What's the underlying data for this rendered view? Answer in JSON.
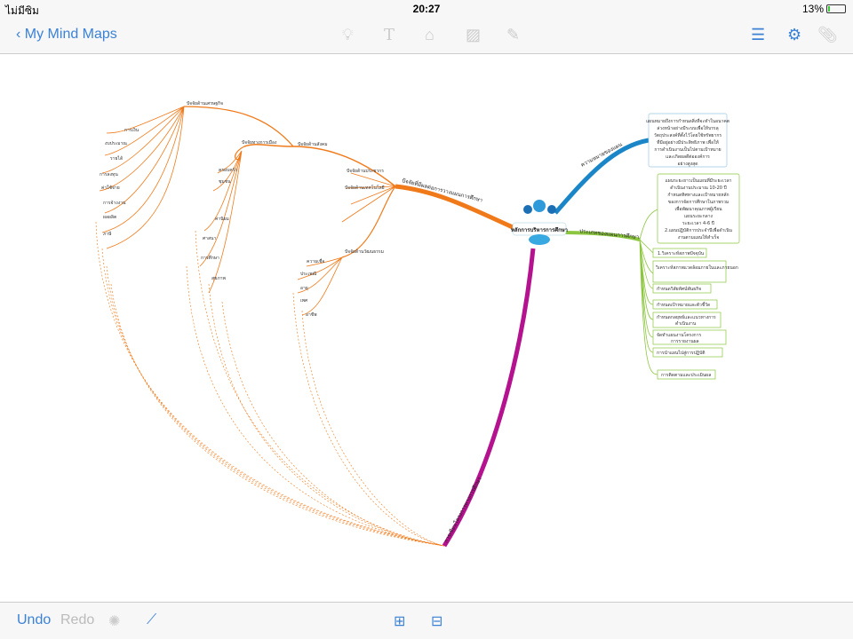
{
  "status": {
    "carrier": "ไม่มีซิม",
    "time": "20:27",
    "battery": "13%",
    "battery_level": 0.13
  },
  "nav": {
    "back_label": "My Mind Maps",
    "tools": [
      "lightbulb-icon",
      "text-icon",
      "shapes-icon",
      "image-icon",
      "pencil-icon"
    ],
    "right_tools": [
      "outline-icon",
      "map-settings-icon",
      "attachment-icon"
    ]
  },
  "bottom": {
    "undo": "Undo",
    "redo": "Redo"
  },
  "colors": {
    "accent": "#3b82d6",
    "orange": "#f07a1a",
    "blue": "#1a86c7",
    "green": "#8cc63f",
    "magenta": "#b5128f"
  },
  "map": {
    "center": "หลักการบริหารการศึกษา",
    "blue_branch": {
      "label": "ความหมายของแผน",
      "note": [
        "แผนหมายถึงการกำหนดสิ่งที่จะทำในอนาคต",
        "ล่วงหน้าอย่างมีระบบเพื่อให้บรรลุ",
        "วัตถุประสงค์ที่ตั้งไว้โดยใช้ทรัพยากร",
        "ที่มีอยู่อย่างมีประสิทธิภาพ เพื่อให้",
        "การดำเนินงานเป็นไปตามเป้าหมาย",
        "และเกิดผลดีต่อองค์การ",
        "อย่างสูงสุด"
      ]
    },
    "green_branch": {
      "label": "ประเภทของแผนการศึกษา",
      "note": [
        "แผนระยะยาวเป็นแผนที่มีระยะเวลา",
        "ดำเนินงานประมาณ 10-20 ปี",
        "กำหนดทิศทางและเป้าหมายหลัก",
        "ของการจัดการศึกษาในภาพรวม",
        "เพื่อพัฒนาคุณภาพผู้เรียน",
        "แผนระยะกลาง",
        "ระยะเวลา 4-6 ปี",
        "2.แผนปฏิบัติการประจำปีเพื่อดำเนิน",
        "งานตามแผนให้สำเร็จ"
      ],
      "children": [
        "1.วิเคราะห์สภาพปัจจุบัน",
        "วิเคราะห์สภาพแวดล้อมภายในและภายนอก",
        "กำหนดวิสัยทัศน์พันธกิจ",
        "กำหนดเป้าหมายและตัวชี้วัด",
        "กำหนดกลยุทธ์และแนวทางการ",
        "ดำเนินงาน",
        "จัดทำแผนงานโครงการ",
        "การนำแผนไปสู่การปฏิบัติ",
        "การติดตามและประเมินผล",
        "การรายงานผล"
      ]
    },
    "orange_branch": {
      "label": "ปัจจัยที่มีผลต่อการวางแผนการศึกษา",
      "sub": [
        "ปัจจัยด้านเศรษฐกิจ",
        "ปัจจัยด้านสังคม",
        "ปัจจัยทางการเมือง",
        "ปัจจัยด้านประชากร",
        "ปัจจัยด้านเทคโนโลยี",
        "ปัจจัยด้านวัฒนธรรม"
      ],
      "leaves": [
        "การเงิน",
        "งบประมาณ",
        "รายได้",
        "การลงทุน",
        "ค่าใช้จ่าย",
        "การจ้างงาน",
        "ผลผลิต",
        "ภาษี",
        "ครอบครัว",
        "ชุมชน",
        "ค่านิยม",
        "ศาสนา",
        "การศึกษา",
        "สุขภาพ",
        "ความเชื่อ",
        "ประเพณี",
        "อายุ",
        "เพศ",
        "อาชีพ"
      ]
    },
    "magenta_branch": {
      "label": "การเขียนโครงการทางการศึกษา"
    }
  }
}
